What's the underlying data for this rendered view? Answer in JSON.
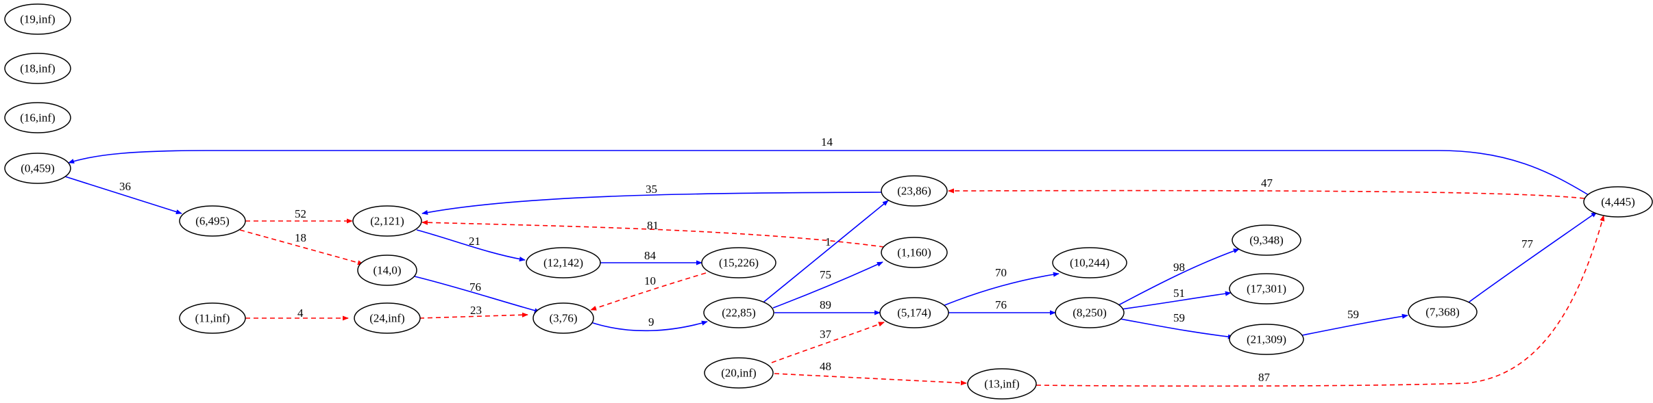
{
  "nodes": {
    "n19": "(19,inf)",
    "n18": "(18,inf)",
    "n16": "(16,inf)",
    "n0": "(0,459)",
    "n6": "(6,495)",
    "n2": "(2,121)",
    "n14": "(14,0)",
    "n11": "(11,inf)",
    "n24": "(24,inf)",
    "n12": "(12,142)",
    "n3": "(3,76)",
    "n15": "(15,226)",
    "n22": "(22,85)",
    "n20": "(20,inf)",
    "n23": "(23,86)",
    "n1": "(1,160)",
    "n5": "(5,174)",
    "n13": "(13,inf)",
    "n10": "(10,244)",
    "n8": "(8,250)",
    "n9": "(9,348)",
    "n17": "(17,301)",
    "n21": "(21,309)",
    "n7": "(7,368)",
    "n4": "(4,445)"
  },
  "edges": {
    "e4_0": "14",
    "e0_6": "36",
    "e6_2": "52",
    "e6_14": "18",
    "e23_2": "35",
    "e1_2": "81",
    "e2_12": "21",
    "e12_15": "84",
    "e14_3": "76",
    "e15_3": "10",
    "e11_24": "4",
    "e24_3": "23",
    "e3_22": "9",
    "e22_23": "1",
    "e22_1": "75",
    "e22_5": "89",
    "e20_5": "37",
    "e20_13": "48",
    "e4_23": "47",
    "e5_10": "70",
    "e5_8": "76",
    "e8_9": "98",
    "e8_17": "51",
    "e8_21": "59",
    "e21_7": "59",
    "e7_4": "77",
    "e13_4": "87"
  },
  "colors": {
    "tree_edge": "#0000ff",
    "nontree_edge": "#ff0000",
    "node_stroke": "#000000"
  }
}
